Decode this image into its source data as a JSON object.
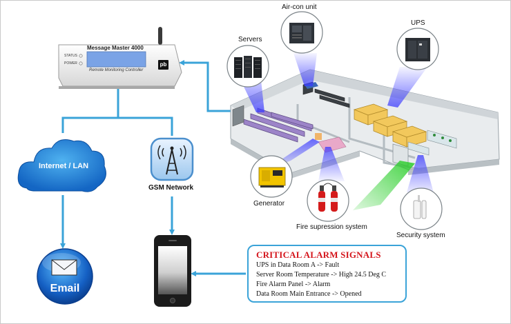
{
  "device": {
    "title": "Message Master 4000",
    "status_label": "STATUS",
    "power_label": "POWER",
    "subtitle": "Remote Monitoring Controller",
    "logo_text": "pb"
  },
  "network": {
    "internet_label": "Internet / LAN",
    "gsm_label": "GSM Network",
    "email_label": "Email"
  },
  "equipment": {
    "aircon": "Air-con unit",
    "servers": "Servers",
    "ups": "UPS",
    "generator": "Generator",
    "fire": "Fire supression system",
    "security": "Security system"
  },
  "alarm": {
    "title": "CRITICAL ALARM SIGNALS",
    "lines": [
      "UPS in Data Room A -> Fault",
      "Server Room Temperature -> High 24.5 Deg C",
      "Fire Alarm Panel -> Alarm",
      "Data Room Main Entrance -> Opened"
    ]
  },
  "colors": {
    "connector": "#3aa3d8",
    "alarm_title": "#d4141b",
    "beam_blue": "#4a4aff",
    "beam_green": "#22cc22"
  }
}
